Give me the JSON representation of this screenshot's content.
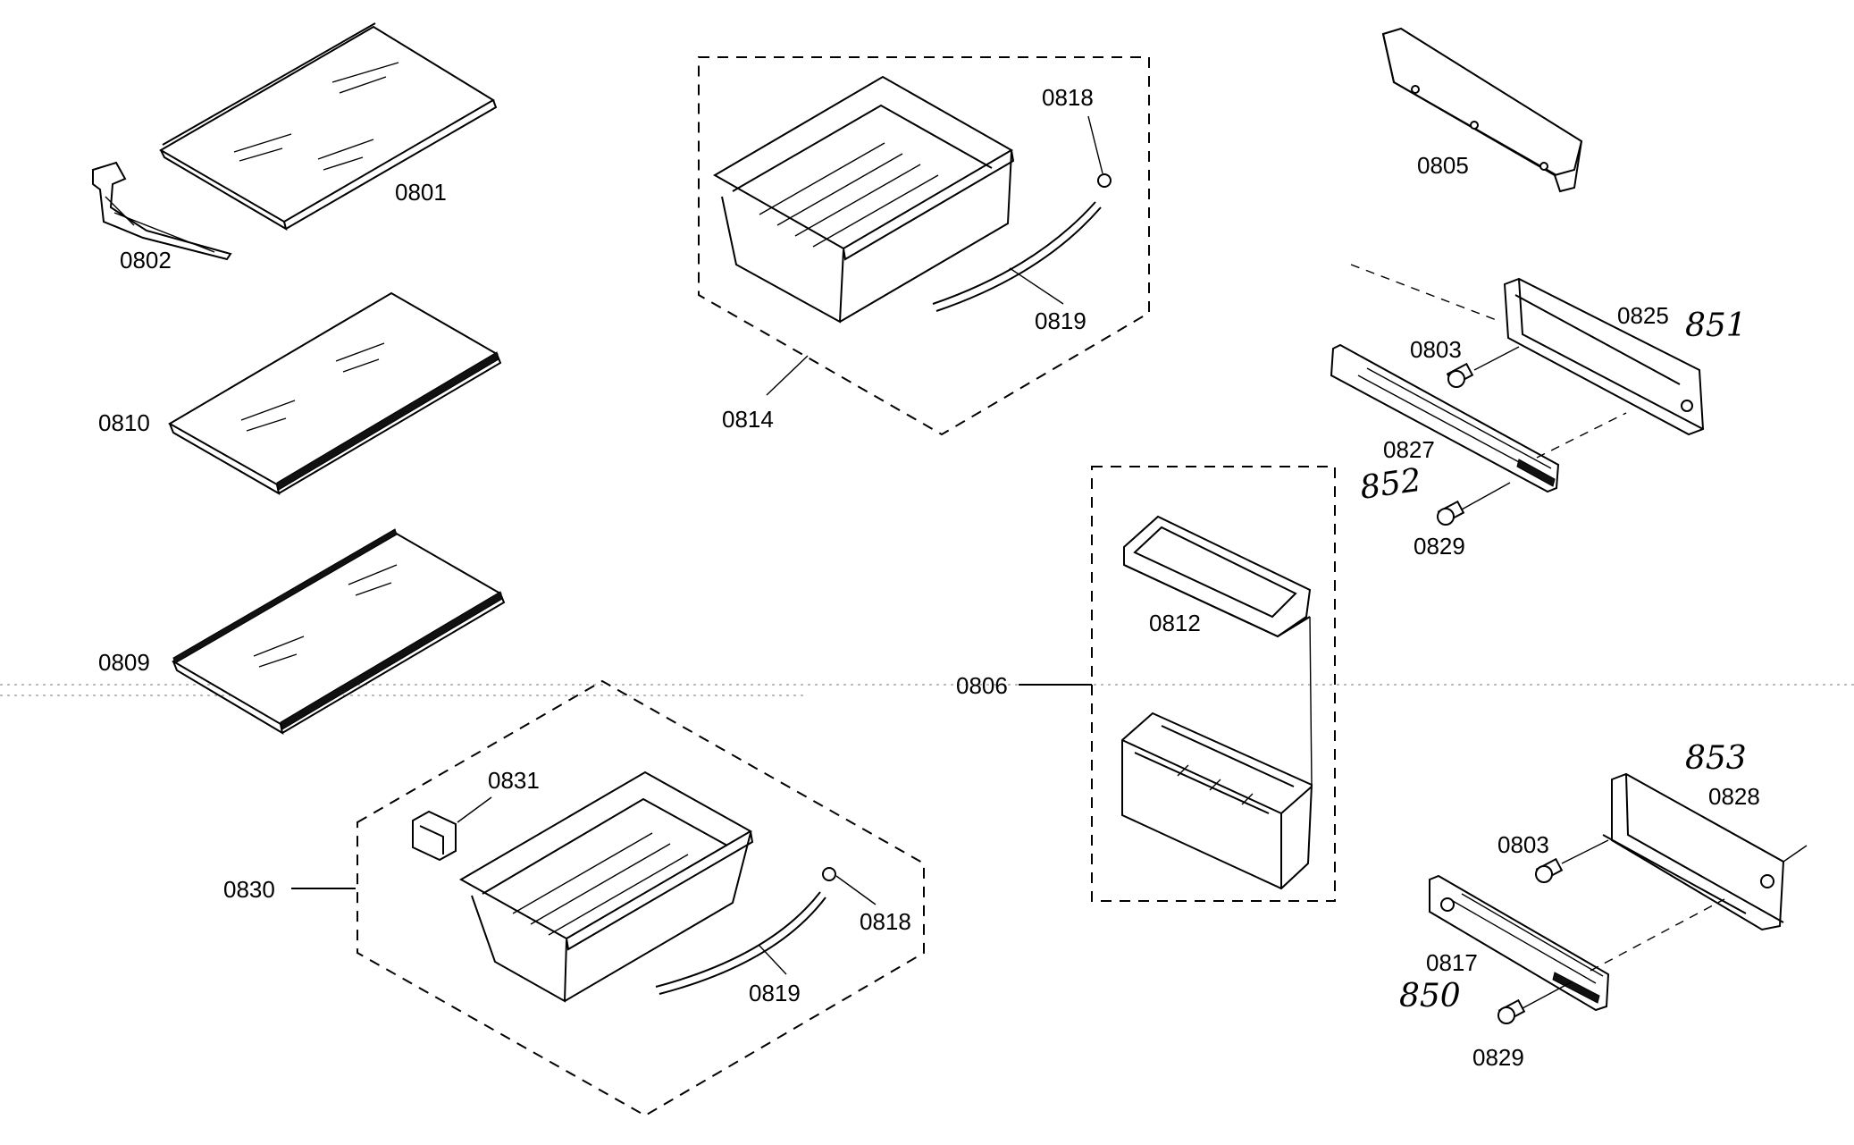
{
  "diagram": {
    "labels": {
      "p0801": "0801",
      "p0802": "0802",
      "p0810": "0810",
      "p0809": "0809",
      "p0814": "0814",
      "p0818_top": "0818",
      "p0819_top": "0819",
      "p0805": "0805",
      "p0825": "0825",
      "p0803_top": "0803",
      "p0827": "0827",
      "p0829_top": "0829",
      "p0812": "0812",
      "p0806": "0806",
      "p0831": "0831",
      "p0830": "0830",
      "p0818_bottom": "0818",
      "p0819_bottom": "0819",
      "p0828": "0828",
      "p0803_bottom": "0803",
      "p0817": "0817",
      "p0829_bottom": "0829"
    },
    "handwritten": {
      "h851": "851",
      "h852": "852",
      "h853": "853",
      "h850": "850"
    }
  }
}
